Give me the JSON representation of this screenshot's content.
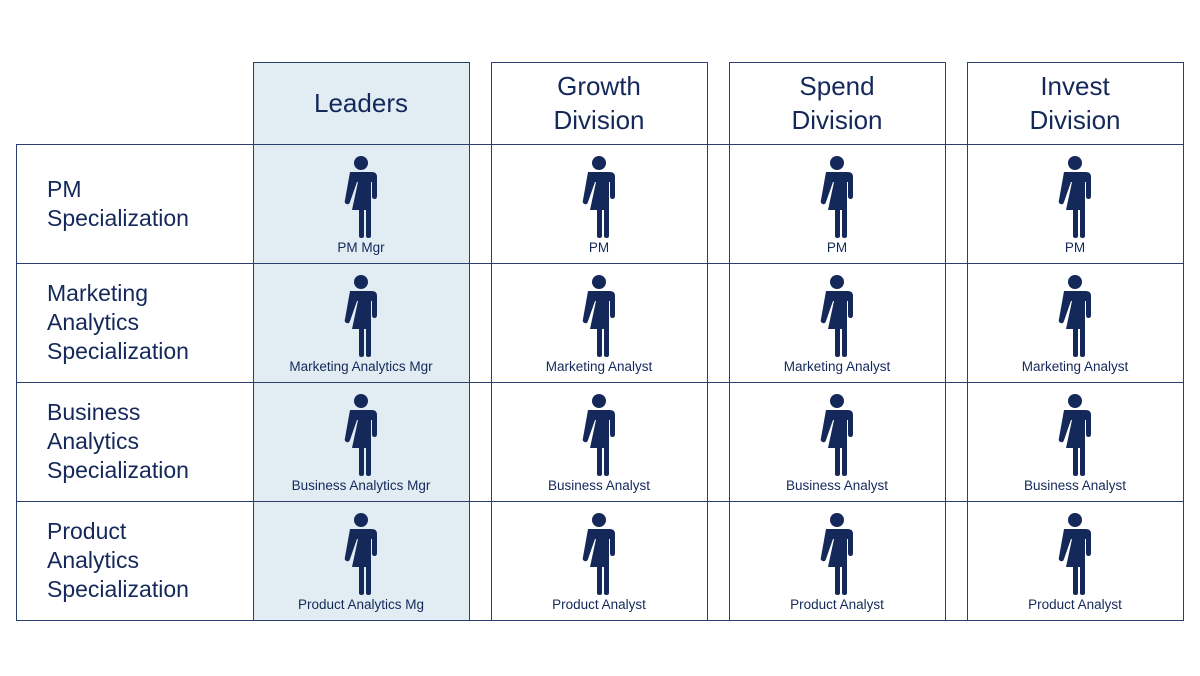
{
  "colors": {
    "navy": "#14285a",
    "leaders_bg": "#e2edf3",
    "border": "#2b3f6e"
  },
  "columns": [
    {
      "key": "leaders",
      "label": "Leaders"
    },
    {
      "key": "growth",
      "label": "Growth\nDivision"
    },
    {
      "key": "spend",
      "label": "Spend\nDivision"
    },
    {
      "key": "invest",
      "label": "Invest\nDivision"
    }
  ],
  "rows": [
    {
      "label": "PM\nSpecialization",
      "cells": [
        "PM Mgr",
        "PM",
        "PM",
        "PM"
      ]
    },
    {
      "label": "Marketing\nAnalytics\nSpecialization",
      "cells": [
        "Marketing Analytics Mgr",
        "Marketing Analyst",
        "Marketing Analyst",
        "Marketing Analyst"
      ]
    },
    {
      "label": "Business\nAnalytics\nSpecialization",
      "cells": [
        "Business Analytics Mgr",
        "Business Analyst",
        "Business Analyst",
        "Business Analyst"
      ]
    },
    {
      "label": "Product\nAnalytics\nSpecialization",
      "cells": [
        "Product Analytics Mg",
        "Product Analyst",
        "Product Analyst",
        "Product Analyst"
      ]
    }
  ],
  "icon": "person-icon"
}
